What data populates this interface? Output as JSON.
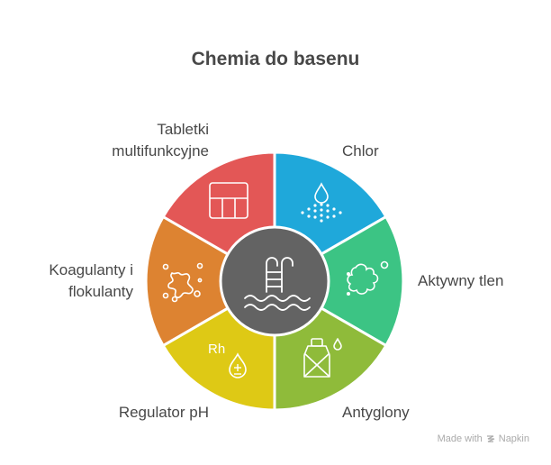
{
  "title": "Chemia do basenu",
  "center": {
    "icon": "pool-ladder-icon",
    "color": "#636363"
  },
  "segments": [
    {
      "label": "Chlor",
      "icon": "chlorine-drop-icon",
      "color": "#1FA8DA"
    },
    {
      "label": "Aktywny tlen",
      "icon": "oxygen-splash-icon",
      "color": "#3CC484"
    },
    {
      "label": "Antyglony",
      "icon": "algaecide-bottle-icon",
      "color": "#8FBB3A"
    },
    {
      "label": "Regulator pH",
      "icon": "ph-drop-icon",
      "color": "#DEC915"
    },
    {
      "label_line1": "Koagulanty i",
      "label_line2": "flokulanty",
      "icon": "flocculant-splash-icon",
      "color": "#DD8331"
    },
    {
      "label_line1": "Tabletki",
      "label_line2": "multifunkcyjne",
      "icon": "tablet-icon",
      "color": "#E35756"
    }
  ],
  "footer": {
    "made_with": "Made with",
    "brand": "Napkin"
  }
}
